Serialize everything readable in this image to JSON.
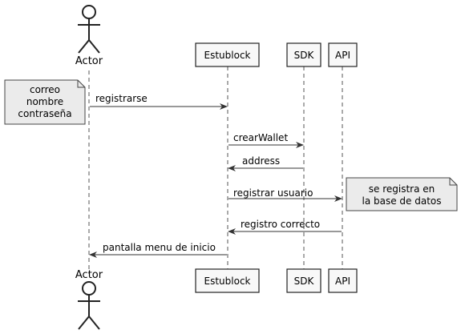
{
  "participants": {
    "actor": "Actor",
    "estublock": "Estublock",
    "sdk": "SDK",
    "api": "API"
  },
  "messages": {
    "m1": "registrarse",
    "m2": "crearWallet",
    "m3": "address",
    "m4": "registrar usuario",
    "m5": "registro correcto",
    "m6": "pantalla menu de inicio"
  },
  "notes": {
    "left": [
      "correo",
      "nombre",
      "contraseña"
    ],
    "right": [
      "se registra en",
      "la base de datos"
    ]
  },
  "colors": {
    "participant_fill": "#f8f8f8",
    "note_fill": "#ebebeb",
    "line": "#333333"
  }
}
